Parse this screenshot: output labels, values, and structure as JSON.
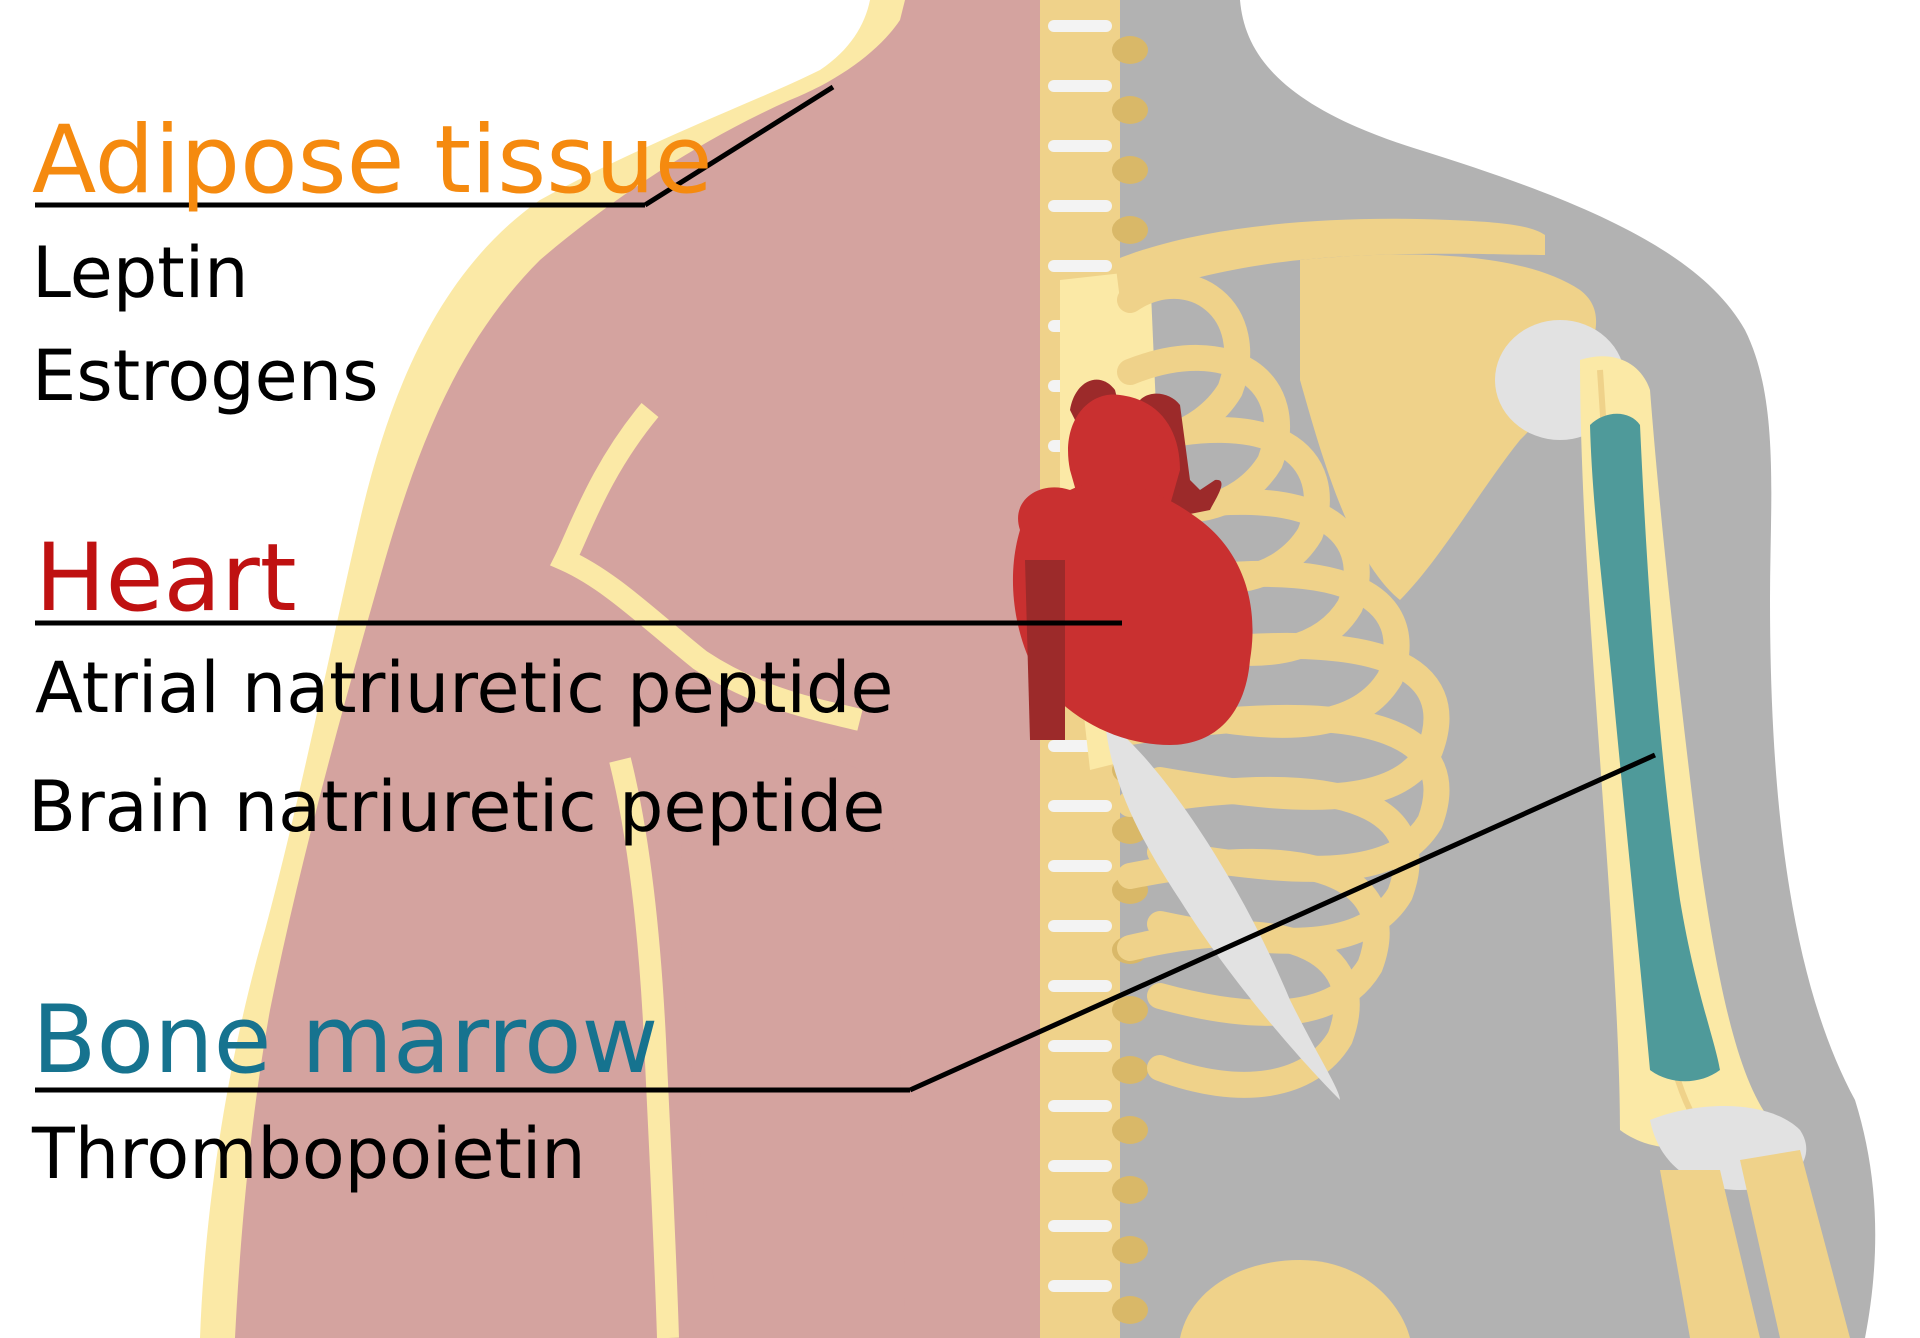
{
  "colors": {
    "skin": "#fbe9a6",
    "muscle": "#d4a39f",
    "silhouette": "#b2b2b2",
    "bone": "#efd28a",
    "bone_dark": "#d9b868",
    "cartilage": "#e2e2e2",
    "marrow": "#4f9a9a",
    "heart": "#c93030",
    "heart_dark": "#9c2a2a",
    "leader": "#000000"
  },
  "groups": [
    {
      "title": "Adipose tissue",
      "color": "#f58a0f",
      "hormones": [
        "Leptin",
        "Estrogens"
      ]
    },
    {
      "title": "Heart",
      "color": "#bf1111",
      "hormones": [
        "Atrial natriuretic peptide",
        "Brain natriuretic peptide"
      ]
    },
    {
      "title": "Bone marrow",
      "color": "#16738f",
      "hormones": [
        "Thrombopoietin"
      ]
    }
  ]
}
